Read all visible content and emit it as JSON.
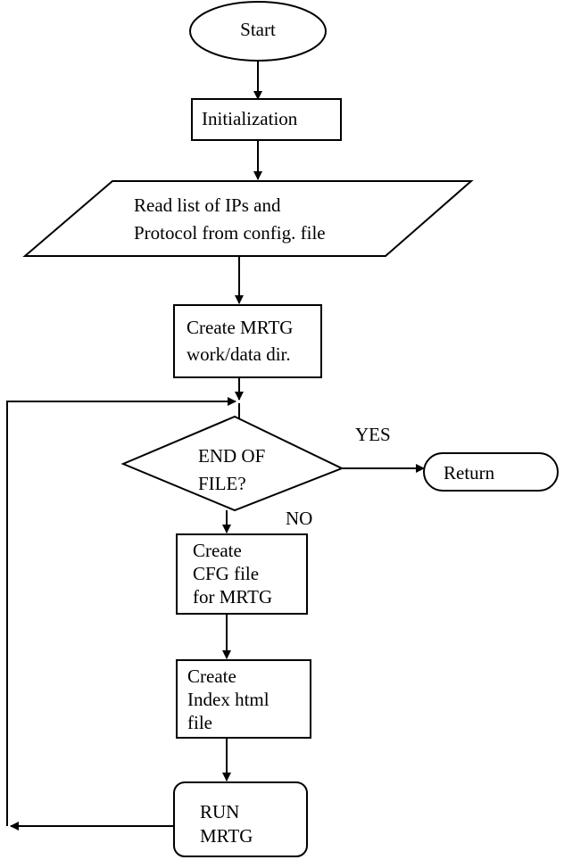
{
  "nodes": {
    "start": "Start",
    "init": "Initialization",
    "read": [
      "Read list of IPs and",
      "Protocol from config. file"
    ],
    "create_dir": [
      "Create MRTG",
      "work/data dir."
    ],
    "decision": [
      "END OF",
      "FILE?"
    ],
    "return": "Return",
    "create_cfg": [
      "Create",
      "CFG file",
      "for MRTG"
    ],
    "create_index": [
      "Create",
      "Index html",
      "file"
    ],
    "run": [
      "RUN",
      "MRTG"
    ]
  },
  "edges": {
    "yes": "YES",
    "no": "NO"
  },
  "colors": {
    "stroke": "#000000",
    "background": "#ffffff"
  }
}
